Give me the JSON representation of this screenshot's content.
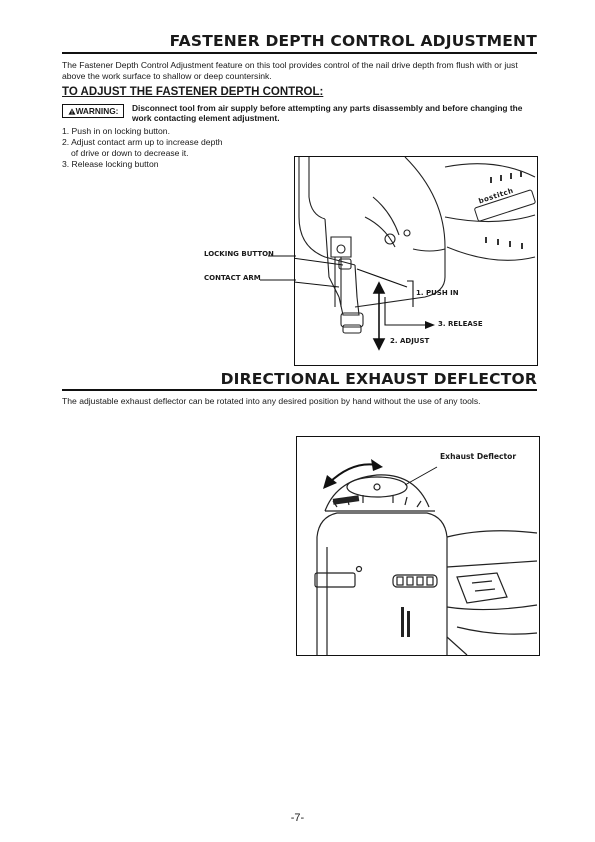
{
  "section1": {
    "title": "FASTENER DEPTH CONTROL ADJUSTMENT",
    "intro": "The Fastener Depth Control Adjustment feature on this tool provides control of the nail drive depth from flush with or just above the work surface to shallow or deep countersink.",
    "subheading": "TO ADJUST THE FASTENER DEPTH CONTROL:",
    "warning_label": "WARNING:",
    "warning_icon": "warning-triangle-icon",
    "warning_text": "Disconnect tool from air supply before attempting any parts disassembly and before changing the work contacting element adjustment.",
    "steps": [
      "1. Push in on locking button.",
      "2. Adjust contact arm up to increase depth",
      "of drive or down to decrease it.",
      "3. Release locking button"
    ],
    "figure": {
      "brand_mark": "bostitch",
      "callouts": {
        "locking_button": "LOCKING BUTTON",
        "contact_arm": "CONTACT ARM",
        "push_in": "1. PUSH IN",
        "release": "3. RELEASE",
        "adjust": "2. ADJUST"
      }
    }
  },
  "section2": {
    "title": "DIRECTIONAL EXHAUST DEFLECTOR",
    "intro": "The adjustable exhaust deflector can be rotated into any desired position by hand without the use of any tools.",
    "figure": {
      "callout": "Exhaust Deflector"
    }
  },
  "page_number": "-7-"
}
